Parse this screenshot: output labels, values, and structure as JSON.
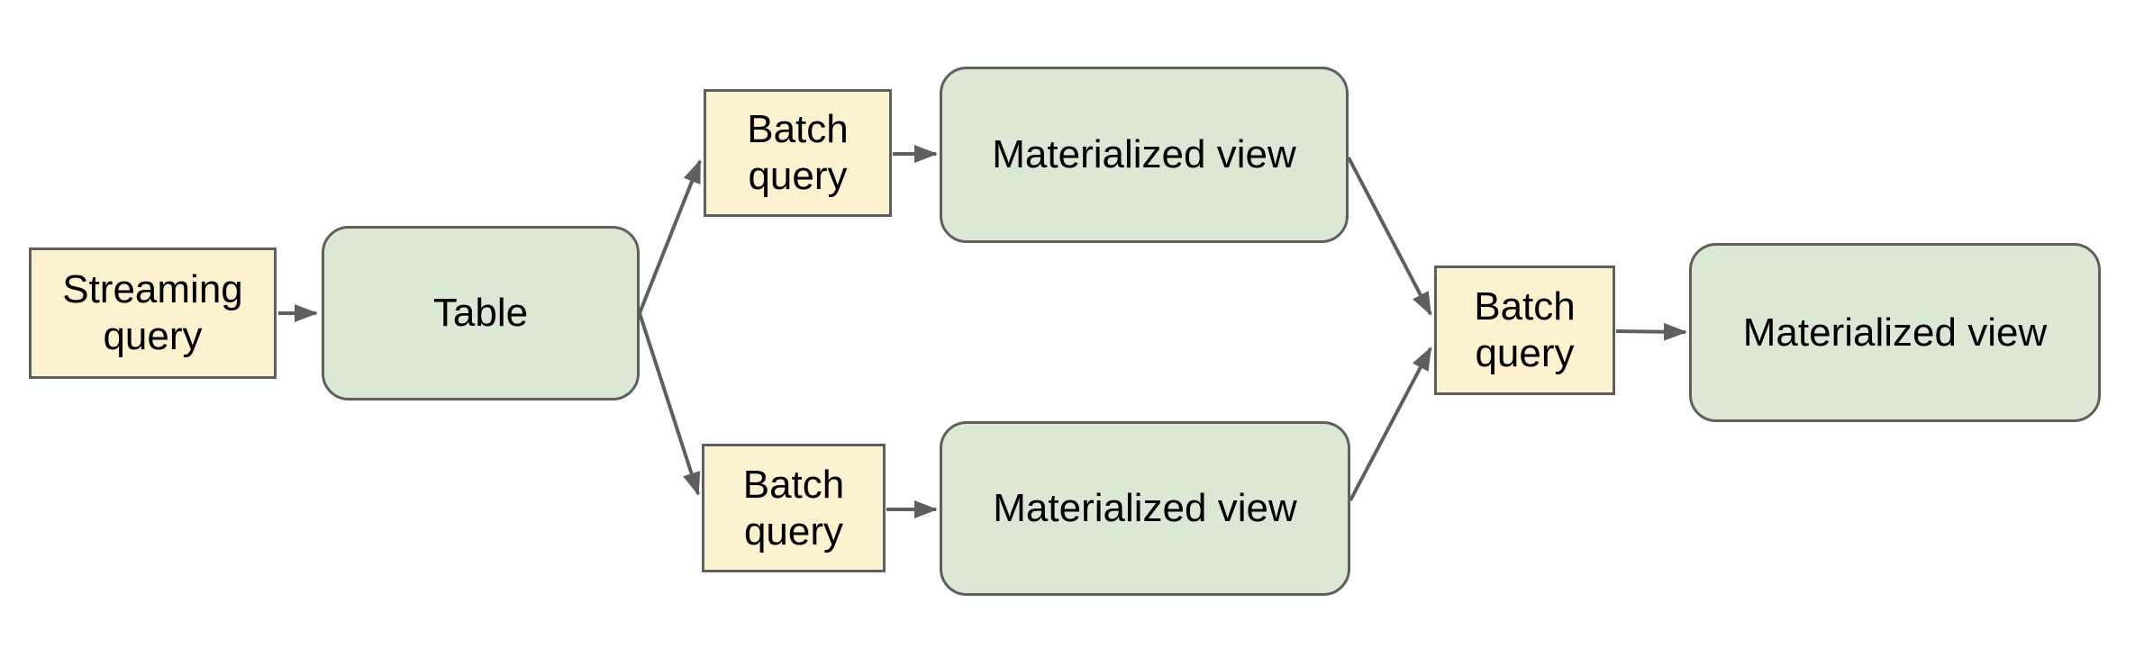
{
  "diagram": {
    "colors": {
      "background": "#ffffff",
      "query_node_fill": "#fbf2cf",
      "view_node_fill": "#dbe8d4",
      "node_border": "#5f5f5f",
      "edge_color": "#5f5f5f",
      "text_color": "#000000"
    },
    "nodes": [
      {
        "id": "streaming-query",
        "type": "query",
        "label": "Streaming\nquery"
      },
      {
        "id": "table",
        "type": "view",
        "label": "Table"
      },
      {
        "id": "batch-query-top",
        "type": "query",
        "label": "Batch\nquery"
      },
      {
        "id": "materialized-view-top",
        "type": "view",
        "label": "Materialized view"
      },
      {
        "id": "batch-query-bottom",
        "type": "query",
        "label": "Batch\nquery"
      },
      {
        "id": "materialized-view-bottom",
        "type": "view",
        "label": "Materialized view"
      },
      {
        "id": "batch-query-right",
        "type": "query",
        "label": "Batch\nquery"
      },
      {
        "id": "materialized-view-right",
        "type": "view",
        "label": "Materialized view"
      }
    ],
    "edges": [
      {
        "from": "streaming-query",
        "to": "table"
      },
      {
        "from": "table",
        "to": "batch-query-top"
      },
      {
        "from": "table",
        "to": "batch-query-bottom"
      },
      {
        "from": "batch-query-top",
        "to": "materialized-view-top"
      },
      {
        "from": "batch-query-bottom",
        "to": "materialized-view-bottom"
      },
      {
        "from": "materialized-view-top",
        "to": "batch-query-right"
      },
      {
        "from": "materialized-view-bottom",
        "to": "batch-query-right"
      },
      {
        "from": "batch-query-right",
        "to": "materialized-view-right"
      }
    ]
  }
}
